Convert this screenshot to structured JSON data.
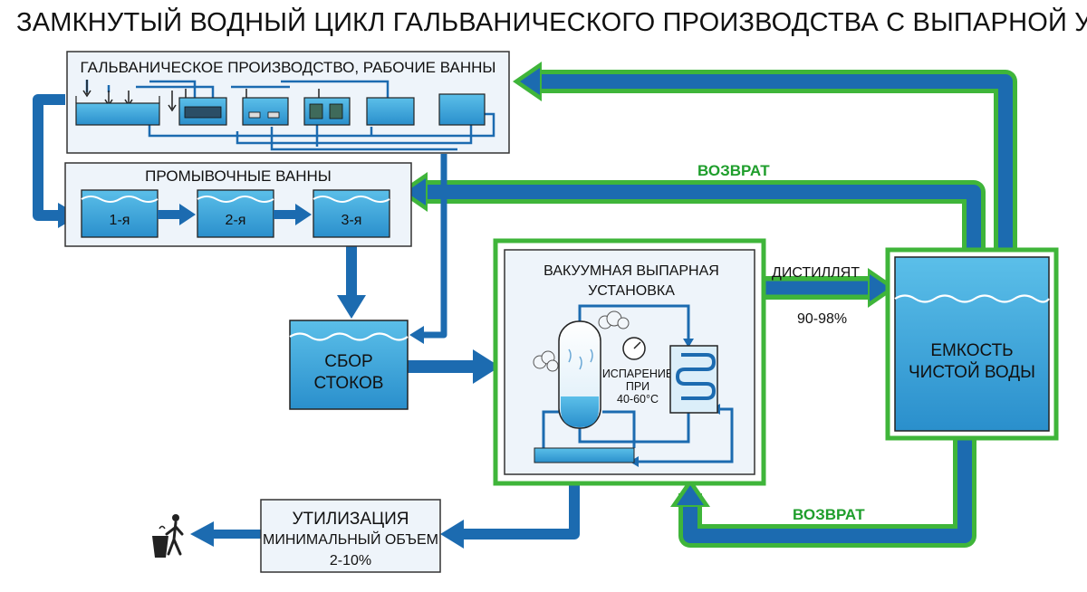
{
  "title": "ЗАМКНУТЫЙ ВОДНЫЙ ЦИКЛ ГАЛЬВАНИЧЕСКОГО ПРОИЗВОДСТВА С ВЫПАРНОЙ УСТАНОВКОЙ",
  "galvanic": {
    "title": "ГАЛЬВАНИЧЕСКОЕ ПРОИЗВОДСТВО, РАБОЧИЕ ВАННЫ"
  },
  "rinse": {
    "title": "ПРОМЫВОЧНЫЕ ВАННЫ",
    "tanks": [
      "1-я",
      "2-я",
      "3-я"
    ]
  },
  "collection": {
    "line1": "СБОР",
    "line2": "СТОКОВ"
  },
  "evaporator": {
    "line1": "ВАКУУМНАЯ ВЫПАРНАЯ",
    "line2": "УСТАНОВКА",
    "note1": "ИСПАРЕНИЕ",
    "note2": "ПРИ",
    "note3": "40-60°C"
  },
  "distillate": {
    "label": "ДИСТИЛЛЯТ",
    "percent": "90-98%"
  },
  "clean_tank": {
    "line1": "ЕМКОСТЬ",
    "line2": "ЧИСТОЙ ВОДЫ"
  },
  "return_top": "ВОЗВРАТ",
  "return_bottom": "ВОЗВРАТ",
  "disposal": {
    "line1": "УТИЛИЗАЦИЯ",
    "line2": "МИНИМАЛЬНЫЙ ОБЪЕМ",
    "line3": "2-10%"
  },
  "colors": {
    "pipe": "#1c6bb0",
    "water": "#3aa7dc",
    "green": "#3fb53a",
    "panel": "#eef4fa"
  }
}
